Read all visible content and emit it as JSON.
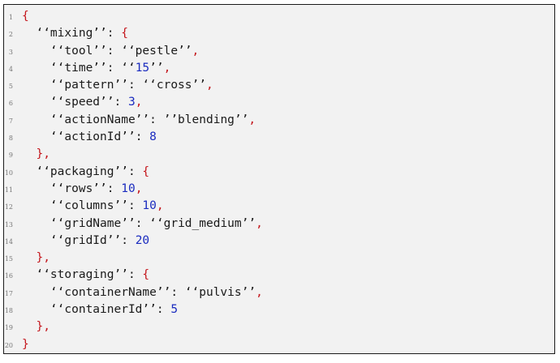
{
  "colors": {
    "punct": "#c4161c",
    "number": "#1a2bbf",
    "text": "#1a1a1a"
  },
  "code_lines": [
    {
      "number": "1",
      "tokens": [
        {
          "t": "p",
          "v": "{"
        }
      ]
    },
    {
      "number": "2",
      "tokens": [
        {
          "t": "s",
          "v": "  ‘‘mixing’’"
        },
        {
          "t": "s",
          "v": ": "
        },
        {
          "t": "p",
          "v": "{"
        }
      ]
    },
    {
      "number": "3",
      "tokens": [
        {
          "t": "s",
          "v": "    ‘‘tool’’"
        },
        {
          "t": "s",
          "v": ": ‘‘pestle’’"
        },
        {
          "t": "p",
          "v": ","
        }
      ]
    },
    {
      "number": "4",
      "tokens": [
        {
          "t": "s",
          "v": "    ‘‘time’’"
        },
        {
          "t": "s",
          "v": ": ‘‘"
        },
        {
          "t": "n",
          "v": "15"
        },
        {
          "t": "s",
          "v": "’’"
        },
        {
          "t": "p",
          "v": ","
        }
      ]
    },
    {
      "number": "5",
      "tokens": [
        {
          "t": "s",
          "v": "    ‘‘pattern’’"
        },
        {
          "t": "s",
          "v": ": ‘‘cross’’"
        },
        {
          "t": "p",
          "v": ","
        }
      ]
    },
    {
      "number": "6",
      "tokens": [
        {
          "t": "s",
          "v": "    ‘‘speed’’"
        },
        {
          "t": "s",
          "v": ": "
        },
        {
          "t": "n",
          "v": "3"
        },
        {
          "t": "p",
          "v": ","
        }
      ]
    },
    {
      "number": "7",
      "tokens": [
        {
          "t": "s",
          "v": "    ‘‘actionName’’"
        },
        {
          "t": "s",
          "v": ": ’’blending’’"
        },
        {
          "t": "p",
          "v": ","
        }
      ]
    },
    {
      "number": "8",
      "tokens": [
        {
          "t": "s",
          "v": "    ‘‘actionId’’"
        },
        {
          "t": "s",
          "v": ": "
        },
        {
          "t": "n",
          "v": "8"
        }
      ]
    },
    {
      "number": "9",
      "tokens": [
        {
          "t": "p",
          "v": "  },"
        }
      ]
    },
    {
      "number": "10",
      "tokens": [
        {
          "t": "s",
          "v": "  ‘‘packaging’’"
        },
        {
          "t": "s",
          "v": ": "
        },
        {
          "t": "p",
          "v": "{"
        }
      ]
    },
    {
      "number": "11",
      "tokens": [
        {
          "t": "s",
          "v": "    ‘‘rows’’"
        },
        {
          "t": "s",
          "v": ": "
        },
        {
          "t": "n",
          "v": "10"
        },
        {
          "t": "p",
          "v": ","
        }
      ]
    },
    {
      "number": "12",
      "tokens": [
        {
          "t": "s",
          "v": "    ‘‘columns’’"
        },
        {
          "t": "s",
          "v": ": "
        },
        {
          "t": "n",
          "v": "10"
        },
        {
          "t": "p",
          "v": ","
        }
      ]
    },
    {
      "number": "13",
      "tokens": [
        {
          "t": "s",
          "v": "    ‘‘gridName’’"
        },
        {
          "t": "s",
          "v": ": ‘‘grid_medium’’"
        },
        {
          "t": "p",
          "v": ","
        }
      ]
    },
    {
      "number": "14",
      "tokens": [
        {
          "t": "s",
          "v": "    ‘‘gridId’’"
        },
        {
          "t": "s",
          "v": ": "
        },
        {
          "t": "n",
          "v": "20"
        }
      ]
    },
    {
      "number": "15",
      "tokens": [
        {
          "t": "p",
          "v": "  },"
        }
      ]
    },
    {
      "number": "16",
      "tokens": [
        {
          "t": "s",
          "v": "  ‘‘storaging’’"
        },
        {
          "t": "s",
          "v": ": "
        },
        {
          "t": "p",
          "v": "{"
        }
      ]
    },
    {
      "number": "17",
      "tokens": [
        {
          "t": "s",
          "v": "    ‘‘containerName’’"
        },
        {
          "t": "s",
          "v": ": ‘‘pulvis’’"
        },
        {
          "t": "p",
          "v": ","
        }
      ]
    },
    {
      "number": "18",
      "tokens": [
        {
          "t": "s",
          "v": "    ‘‘containerId’’"
        },
        {
          "t": "s",
          "v": ": "
        },
        {
          "t": "n",
          "v": "5"
        }
      ]
    },
    {
      "number": "19",
      "tokens": [
        {
          "t": "p",
          "v": "  },"
        }
      ]
    },
    {
      "number": "20",
      "tokens": [
        {
          "t": "p",
          "v": "}"
        }
      ]
    }
  ]
}
